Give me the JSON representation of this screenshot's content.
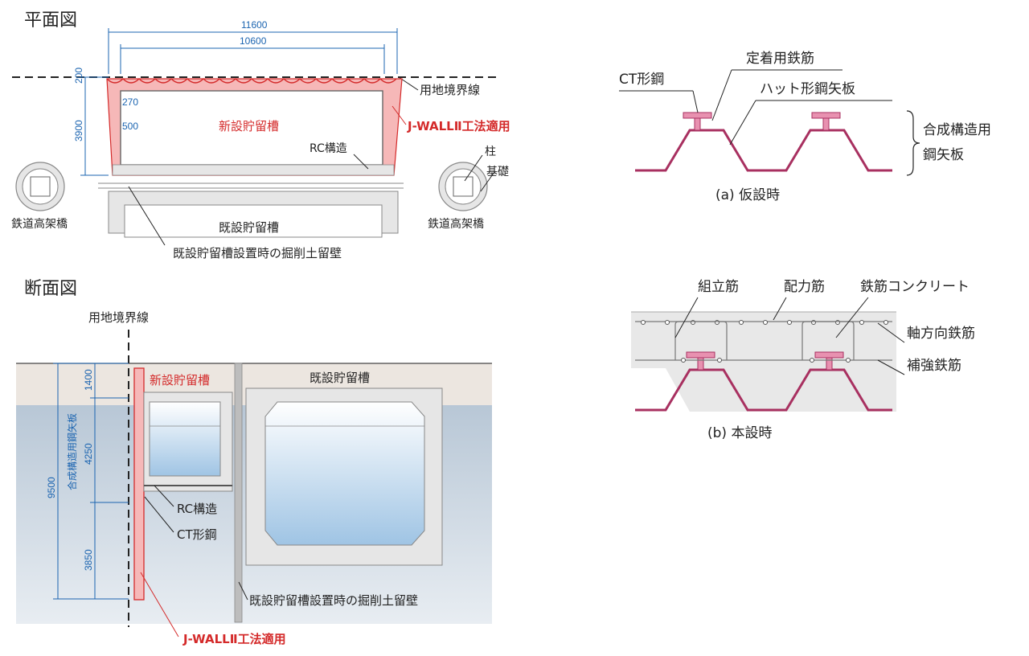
{
  "plan": {
    "title": "平面図",
    "dim_11600": "11600",
    "dim_10600": "10600",
    "dim_200": "200",
    "dim_3900": "3900",
    "dim_270": "270",
    "dim_500": "500",
    "boundary_label": "用地境界線",
    "new_tank": "新設貯留槽",
    "jwall": "J-WALLⅡ工法適用",
    "rc": "RC構造",
    "pillar": "柱",
    "foundation": "基礎",
    "viaduct_left": "鉄道高架橋",
    "viaduct_right": "鉄道高架橋",
    "existing_tank": "既設貯留槽",
    "retaining_wall": "既設貯留槽設置時の掘削土留壁"
  },
  "section": {
    "title": "断面図",
    "boundary_label": "用地境界線",
    "new_tank": "新設貯留槽",
    "existing_tank": "既設貯留槽",
    "dim_1400": "1400",
    "dim_4250": "4250",
    "dim_3850": "3850",
    "dim_9500": "9500",
    "composite_sheet": "合成構造用鋼矢板",
    "rc": "RC構造",
    "ct": "CT形鋼",
    "retaining_wall": "既設貯留槽設置時の掘削土留壁",
    "jwall": "J-WALLⅡ工法適用"
  },
  "detail_a": {
    "ct": "CT形鋼",
    "anchor": "定着用鉄筋",
    "hat": "ハット形鋼矢板",
    "composite_line1": "合成構造用",
    "composite_line2": "鋼矢板",
    "caption": "(a) 仮設時"
  },
  "detail_b": {
    "assembly": "組立筋",
    "distribution": "配力筋",
    "rc": "鉄筋コンクリート",
    "axial": "軸方向鉄筋",
    "reinforce": "補強鉄筋",
    "caption": "(b) 本設時"
  },
  "colors": {
    "red": "#d42a2a",
    "pink": "#f6b8b8",
    "blue_dim": "#1b64b0",
    "ground": "#ece6e0",
    "concrete": "#e6e6e6"
  }
}
